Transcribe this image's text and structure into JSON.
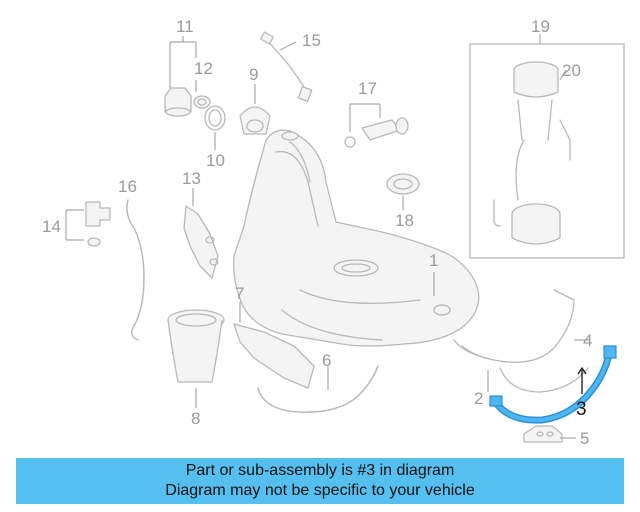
{
  "callouts": {
    "c1": "1",
    "c2": "2",
    "c3": "3",
    "c4": "4",
    "c5": "5",
    "c6": "6",
    "c7": "7",
    "c8": "8",
    "c9": "9",
    "c10": "10",
    "c11": "11",
    "c12": "12",
    "c13": "13",
    "c14": "14",
    "c15": "15",
    "c16": "16",
    "c17": "17",
    "c18": "18",
    "c19": "19",
    "c20": "20"
  },
  "highlight_part": "3",
  "colors": {
    "highlight_stroke": "#2a8fd8",
    "highlight_fill": "#4fb6f0",
    "banner_bg": "#55bff0",
    "line_art": "#b8b8b8"
  },
  "banner": {
    "line1": "Part or sub-assembly is #3 in diagram",
    "line2": "Diagram may not be specific to your vehicle"
  }
}
